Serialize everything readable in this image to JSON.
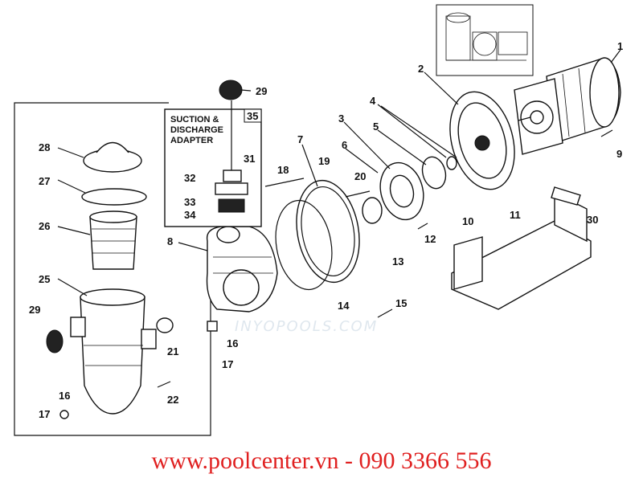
{
  "callouts": [
    "1",
    "2",
    "3",
    "4",
    "5",
    "6",
    "7",
    "8",
    "9",
    "10",
    "11",
    "12",
    "13",
    "14",
    "15",
    "16",
    "16",
    "17",
    "17",
    "18",
    "19",
    "20",
    "21",
    "22",
    "25",
    "26",
    "27",
    "28",
    "29",
    "29",
    "30",
    "31",
    "32",
    "33",
    "34",
    "35"
  ],
  "adapter_box": {
    "title_line1": "SUCTION &",
    "title_line2": "DISCHARGE",
    "title_line3": "ADAPTER",
    "number": "35"
  },
  "watermark": "INYOPOOLS.COM",
  "footer": {
    "text": "www.poolcenter.vn - 090 3366 556",
    "color": "#e02020"
  }
}
